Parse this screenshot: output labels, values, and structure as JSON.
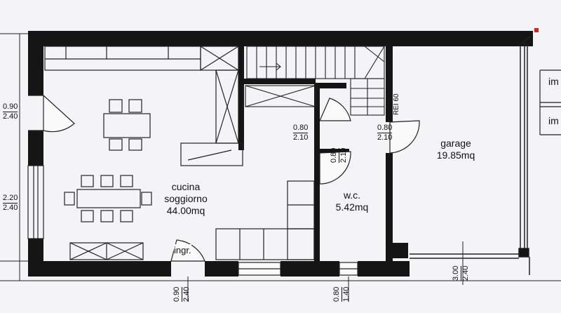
{
  "rooms": {
    "living": {
      "name_line1": "cucina",
      "name_line2": "soggiorno",
      "area": "44.00mq"
    },
    "wc": {
      "name": "w.c.",
      "area": "5.42mq"
    },
    "garage": {
      "name": "garage",
      "area": "19.85mq"
    }
  },
  "entrance": {
    "label": "ingr."
  },
  "fire_rating": "REI 60",
  "openings": {
    "west_door": {
      "w": "0.90",
      "h": "2.40"
    },
    "west_window": {
      "w": "2.20",
      "h": "2.40"
    },
    "stair_door": {
      "w": "0.80",
      "h": "2.10"
    },
    "garage_door": {
      "w": "0.80",
      "h": "2.10"
    },
    "wc_door": {
      "w": "0.80",
      "h": "2.10"
    },
    "entrance_door": {
      "w": "0.90",
      "h": "2.40"
    },
    "wc_window": {
      "w": "0.80",
      "h": "1.40"
    },
    "garage_gate": {
      "w": "3.00",
      "h": "2.40"
    }
  },
  "edge_labels": {
    "right_top": "im",
    "right_mid": "im"
  },
  "colors": {
    "wall": "#151515",
    "line": "#222222",
    "paper": "#f4f4f6",
    "accent": "#d0202a"
  }
}
